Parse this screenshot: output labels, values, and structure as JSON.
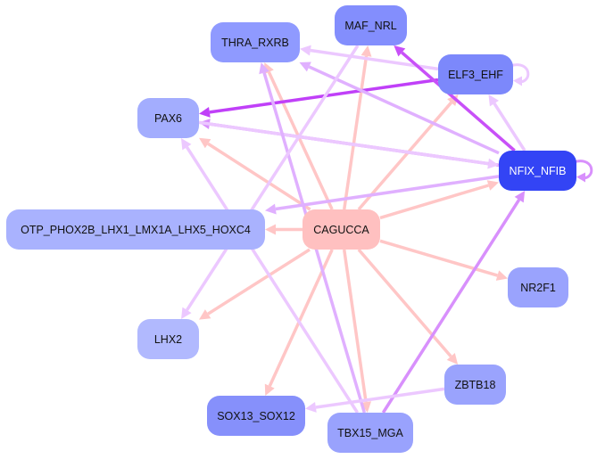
{
  "nodes": [
    {
      "id": "THRA_RXRB",
      "label": "THRA_RXRB",
      "color": "#8f9aff"
    },
    {
      "id": "MAF_NRL",
      "label": "MAF_NRL",
      "color": "#838efd"
    },
    {
      "id": "ELF3_EHF",
      "label": "ELF3_EHF",
      "color": "#7c88fb"
    },
    {
      "id": "PAX6",
      "label": "PAX6",
      "color": "#a3adfe"
    },
    {
      "id": "NFIX_NFIB",
      "label": "NFIX_NFIB",
      "color": "#3344f5",
      "text_color": "#ffffff"
    },
    {
      "id": "OTP",
      "label": "OTP_PHOX2B_LHX1_LMX1A_LHX5_HOXC4",
      "color": "#a9b2fe"
    },
    {
      "id": "CAGUCCA",
      "label": "CAGUCCA",
      "color": "#ffc0c0"
    },
    {
      "id": "NR2F1",
      "label": "NR2F1",
      "color": "#9aa3fd"
    },
    {
      "id": "LHX2",
      "label": "LHX2",
      "color": "#b1b9fe"
    },
    {
      "id": "ZBTB18",
      "label": "ZBTB18",
      "color": "#9aa3fd"
    },
    {
      "id": "SOX13_SOX12",
      "label": "SOX13_SOX12",
      "color": "#8690fb"
    },
    {
      "id": "TBX15_MGA",
      "label": "TBX15_MGA",
      "color": "#99a2fd"
    }
  ],
  "edges": [
    {
      "from": "CAGUCCA",
      "to": "THRA_RXRB",
      "color": "#ffc6c6"
    },
    {
      "from": "CAGUCCA",
      "to": "MAF_NRL",
      "color": "#ffc6c6"
    },
    {
      "from": "CAGUCCA",
      "to": "ELF3_EHF",
      "color": "#ffc6c6"
    },
    {
      "from": "CAGUCCA",
      "to": "PAX6",
      "color": "#ffc6c6"
    },
    {
      "from": "CAGUCCA",
      "to": "NFIX_NFIB",
      "color": "#ffc6c6"
    },
    {
      "from": "CAGUCCA",
      "to": "OTP",
      "color": "#ffc6c6"
    },
    {
      "from": "CAGUCCA",
      "to": "NR2F1",
      "color": "#ffc6c6"
    },
    {
      "from": "CAGUCCA",
      "to": "LHX2",
      "color": "#ffc6c6"
    },
    {
      "from": "CAGUCCA",
      "to": "ZBTB18",
      "color": "#ffc6c6"
    },
    {
      "from": "CAGUCCA",
      "to": "SOX13_SOX12",
      "color": "#ffc6c6"
    },
    {
      "from": "CAGUCCA",
      "to": "TBX15_MGA",
      "color": "#ffc6c6"
    },
    {
      "from": "ELF3_EHF",
      "to": "PAX6",
      "color": "#c040f8"
    },
    {
      "from": "ELF3_EHF",
      "to": "THRA_RXRB",
      "color": "#ecc8ff"
    },
    {
      "from": "ELF3_EHF",
      "to": "ELF3_EHF",
      "color": "#ecc8ff"
    },
    {
      "from": "NFIX_NFIB",
      "to": "MAF_NRL",
      "color": "#c850f8"
    },
    {
      "from": "NFIX_NFIB",
      "to": "THRA_RXRB",
      "color": "#e0b0ff"
    },
    {
      "from": "NFIX_NFIB",
      "to": "ELF3_EHF",
      "color": "#ecc8ff"
    },
    {
      "from": "NFIX_NFIB",
      "to": "PAX6",
      "color": "#d890fc"
    },
    {
      "from": "PAX6",
      "to": "NFIX_NFIB",
      "color": "#ecc8ff"
    },
    {
      "from": "NFIX_NFIB",
      "to": "OTP",
      "color": "#e0b0ff"
    },
    {
      "from": "NFIX_NFIB",
      "to": "NFIX_NFIB",
      "color": "#d890fc"
    },
    {
      "from": "TBX15_MGA",
      "to": "NFIX_NFIB",
      "color": "#d890fc"
    },
    {
      "from": "TBX15_MGA",
      "to": "THRA_RXRB",
      "color": "#e0b0ff"
    },
    {
      "from": "TBX15_MGA",
      "to": "PAX6",
      "color": "#ecc8ff"
    },
    {
      "from": "MAF_NRL",
      "to": "LHX2",
      "color": "#ecc8ff"
    },
    {
      "from": "ZBTB18",
      "to": "SOX13_SOX12",
      "color": "#ecc8ff"
    }
  ]
}
